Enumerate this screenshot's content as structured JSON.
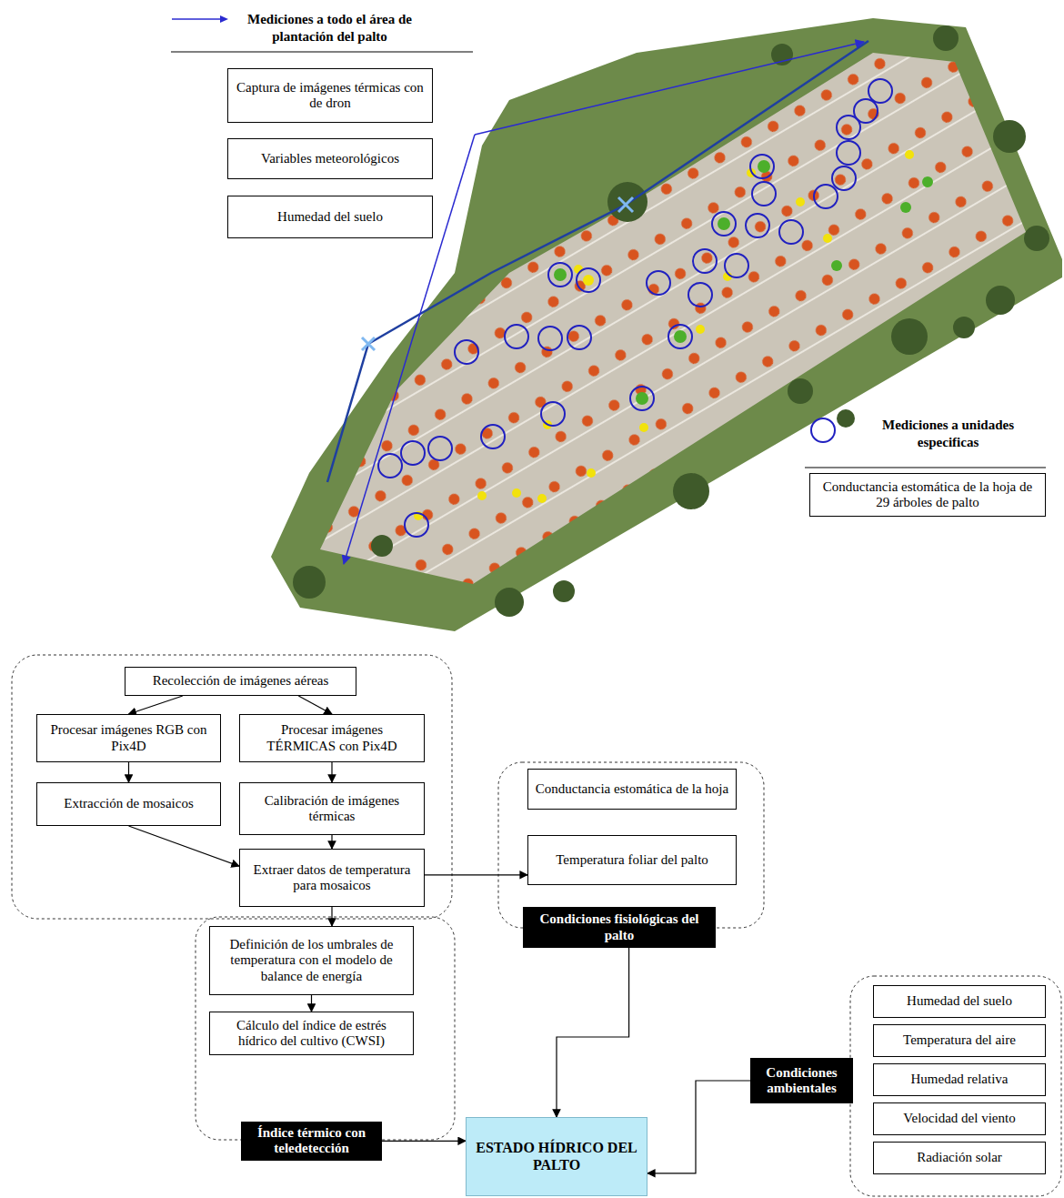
{
  "diagram": {
    "nodes": [
      {
        "text": [
          "Captura de imágenes térmicas con de dron"
        ]
      },
      {
        "text": [
          "Variables meteorológicos"
        ]
      },
      {
        "text": [
          "Humedad del suelo"
        ]
      },
      {
        "text": [
          "Conductancia estomática de la hoja de 29 árboles de palto"
        ]
      },
      {
        "text": [
          "Recolección de imágenes aéreas"
        ]
      },
      {
        "text": [
          "Procesar imágenes RGB con Pix4D"
        ]
      },
      {
        "text": [
          "Procesar imágenes TÉRMICAS con Pix4D"
        ]
      },
      {
        "text": [
          "Extracción de mosaicos"
        ]
      },
      {
        "text": [
          "Calibración de imágenes térmicas"
        ]
      },
      {
        "text": [
          "Extraer datos de temperatura para mosaicos"
        ]
      },
      {
        "text": [
          "Conductancia estomática de la hoja"
        ]
      },
      {
        "text": [
          "Temperatura foliar del palto"
        ]
      },
      {
        "text": [
          "Condiciones fisiológicas del palto"
        ]
      },
      {
        "text": [
          "Definición de los umbrales de temperatura con el modelo de balance de energía"
        ]
      },
      {
        "text": [
          "Cálculo del índice de estrés hídrico del cultivo (CWSI)"
        ]
      },
      {
        "text": [
          "Índice térmico con teledetección"
        ]
      },
      {
        "text": [
          "ESTADO HÍDRICO DEL PALTO"
        ]
      },
      {
        "text": [
          "Condiciones ambientales"
        ]
      },
      {
        "text": [
          "Humedad del suelo"
        ]
      },
      {
        "text": [
          "Temperatura del aire"
        ]
      },
      {
        "text": [
          "Humedad relativa"
        ]
      },
      {
        "text": [
          "Velocidad del viento"
        ]
      },
      {
        "text": [
          "Radiación solar"
        ]
      }
    ],
    "edges": [
      {
        "from": 4,
        "to": 5,
        "arrow": "to"
      },
      {
        "from": 4,
        "to": 6,
        "arrow": "to"
      },
      {
        "from": 5,
        "to": 7,
        "arrow": "to"
      },
      {
        "from": 6,
        "to": 8,
        "arrow": "to"
      },
      {
        "from": 7,
        "to": 9,
        "arrow": "to"
      },
      {
        "from": 8,
        "to": 9,
        "arrow": "to"
      },
      {
        "from": 9,
        "to": 11,
        "arrow": "to"
      },
      {
        "from": 9,
        "to": 13,
        "arrow": "to"
      },
      {
        "from": 13,
        "to": 14,
        "arrow": "to"
      },
      {
        "from": 15,
        "to": 16,
        "arrow": "to"
      },
      {
        "from": 12,
        "to": 16,
        "arrow": "to"
      },
      {
        "from": 17,
        "to": 16,
        "arrow": "to"
      }
    ],
    "legend": [
      {
        "text": "Mediciones a todo el área de plantación del palto"
      },
      {
        "text": "Mediciones a unidades especificas"
      }
    ]
  }
}
